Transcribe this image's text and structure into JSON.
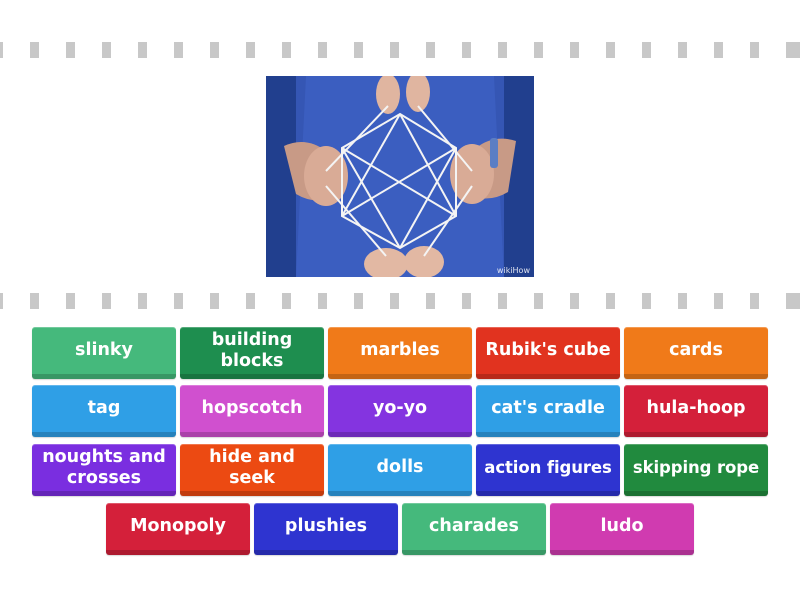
{
  "image": {
    "alt": "Hands making a cat's cradle string figure",
    "watermark": "wikiHow"
  },
  "tiles": [
    {
      "label": "slinky"
    },
    {
      "label": "building blocks"
    },
    {
      "label": "marbles"
    },
    {
      "label": "Rubik's cube"
    },
    {
      "label": "cards"
    },
    {
      "label": "tag"
    },
    {
      "label": "hopscotch"
    },
    {
      "label": "yo-yo"
    },
    {
      "label": "cat's cradle"
    },
    {
      "label": "hula-hoop"
    },
    {
      "label": "noughts and crosses"
    },
    {
      "label": "hide and seek"
    },
    {
      "label": "dolls"
    },
    {
      "label": "action figures"
    },
    {
      "label": "skipping rope"
    },
    {
      "label": "Monopoly"
    },
    {
      "label": "plushies"
    },
    {
      "label": "charades"
    },
    {
      "label": "ludo"
    }
  ],
  "colors": {
    "slinky": "#45b97c",
    "building_blocks": "#1e8e4f",
    "marbles": "#f07a19",
    "rubiks_cube": "#e1331f",
    "cards": "#f07a19",
    "tag": "#2f9fe6",
    "hopscotch": "#d050cf",
    "yo_yo": "#8434e0",
    "cats_cradle": "#2f9fe6",
    "hula_hoop": "#d4203a",
    "noughts_and_crosses": "#7a2ee0",
    "hide_and_seek": "#ec4a12",
    "dolls": "#2f9fe6",
    "action_figures": "#2e34d0",
    "skipping_rope": "#218a3e",
    "monopoly": "#d4203a",
    "plushies": "#2e34d0",
    "charades": "#45b97c",
    "ludo": "#d050cf"
  }
}
